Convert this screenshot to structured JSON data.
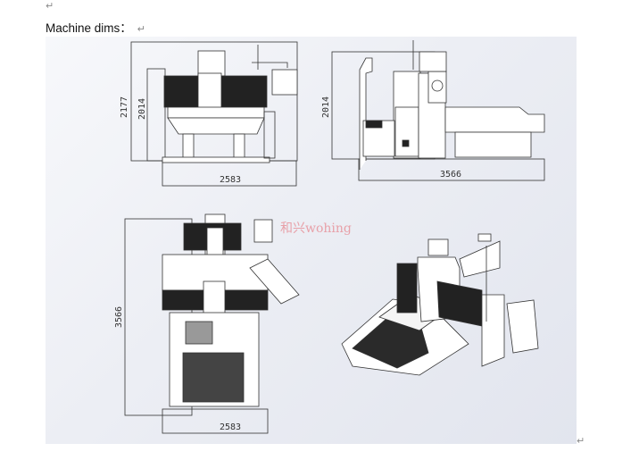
{
  "document": {
    "paragraph_mark": "↵",
    "heading": "Machine dims："
  },
  "figure": {
    "watermark": "和兴wohing",
    "front_view": {
      "overall_height": "2177",
      "body_height": "2014",
      "width": "2583"
    },
    "side_view": {
      "height": "2014",
      "length": "3566"
    },
    "top_view": {
      "length": "3566",
      "width": "2583"
    }
  },
  "colors": {
    "line": "#333333",
    "watermark": "#e8a0a8",
    "background": "#e9ecf2"
  }
}
